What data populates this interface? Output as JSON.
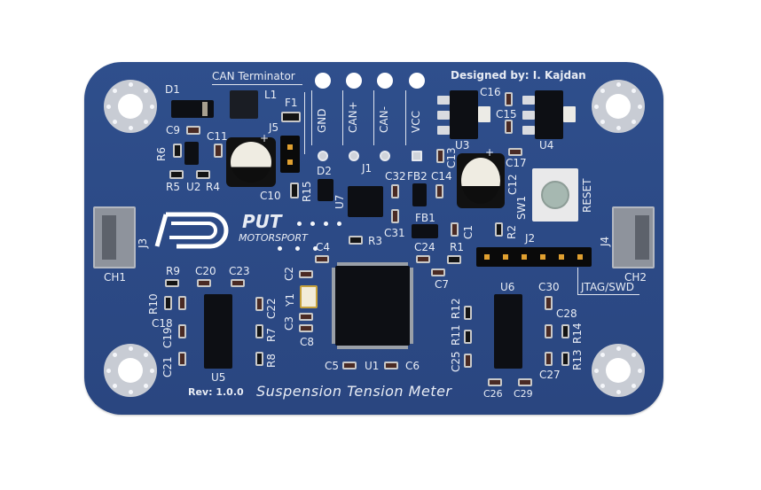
{
  "board": {
    "title": "Suspension Tension Meter",
    "revision": "Rev: 1.0.0",
    "designer": "Designed by: I. Kajdan",
    "colors": {
      "pcb": "#2c4a86",
      "silkscreen": "#e8ecf4",
      "pin_gold": "#e0a030",
      "background": "#ffffff"
    }
  },
  "logo": {
    "brand": "PUT",
    "sub": "MOTORSPORT",
    "icon": "put-motorsport-logo-icon"
  },
  "connector_j1": {
    "label": "J1",
    "pins": [
      "GND",
      "CAN+",
      "CAN-",
      "VCC"
    ]
  },
  "can_terminator": {
    "label": "CAN Terminator",
    "jumper": "J5"
  },
  "jtag": {
    "label": "JTAG/SWD",
    "ref": "J2",
    "pin_count": 6
  },
  "channels": [
    {
      "ref": "J3",
      "label": "CH1"
    },
    {
      "ref": "J4",
      "label": "CH2"
    }
  ],
  "button": {
    "ref": "SW1",
    "label": "RESET"
  },
  "refs": {
    "D1": "D1",
    "L1": "L1",
    "F1": "F1",
    "C9": "C9",
    "C11": "C11",
    "R6": "R6",
    "R5": "R5",
    "U2": "U2",
    "R4": "R4",
    "C10": "C10",
    "R15": "R15",
    "D2": "D2",
    "U7": "U7",
    "C32": "C32",
    "FB2": "FB2",
    "C14": "C14",
    "C13": "C13",
    "U3": "U3",
    "C16": "C16",
    "C15": "C15",
    "U4": "U4",
    "C17": "C17",
    "C12": "C12",
    "FB1": "FB1",
    "C31": "C31",
    "R3": "R3",
    "C1": "C1",
    "R2": "R2",
    "R1": "R1",
    "C24": "C24",
    "C4": "C4",
    "C2": "C2",
    "Y1": "Y1",
    "C3": "C3",
    "C8": "C8",
    "C7": "C7",
    "C5": "C5",
    "U1": "U1",
    "C6": "C6",
    "R9": "R9",
    "C20": "C20",
    "C23": "C23",
    "R10": "R10",
    "C18": "C18",
    "C19": "C19",
    "C21": "C21",
    "U5": "U5",
    "C22": "C22",
    "R7": "R7",
    "R8": "R8",
    "U6": "U6",
    "C30": "C30",
    "C28": "C28",
    "R12": "R12",
    "R11": "R11",
    "R14": "R14",
    "C25": "C25",
    "R13": "R13",
    "C27": "C27",
    "C26": "C26",
    "C29": "C29"
  }
}
